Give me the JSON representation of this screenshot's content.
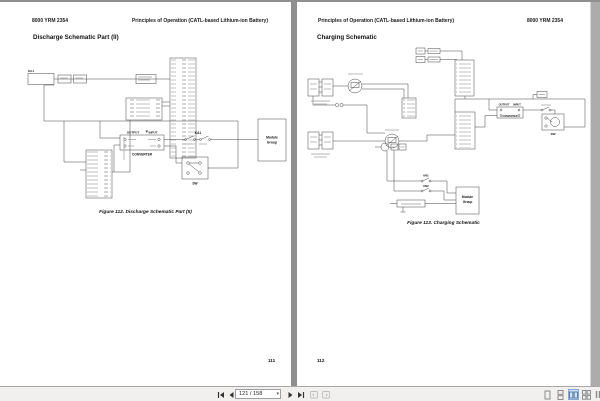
{
  "left_page": {
    "header_left": "8000 YRM 2354",
    "header_right": "Principles of Operation (CATL-based Lithium-ion Battery)",
    "title": "Discharge Schematic Part (II)",
    "caption": "Figure 112. Discharge Schematic Part (II)",
    "page_number": "111",
    "labels": {
      "ka1_connector": "KA1",
      "output": "OUTPUT",
      "input": "INPUT",
      "converter": "CONVERTER",
      "ka1_relay": "KA1",
      "sw": "SW",
      "module_line1": "Module",
      "module_line2": "Group"
    }
  },
  "right_page": {
    "header_left": "Principles of Operation (CATL-based Lithium-ion Battery)",
    "header_right": "8000 YRM 2354",
    "title": "Charging Schematic",
    "caption": "Figure 113. Charging Schematic",
    "page_number": "112",
    "labels": {
      "output": "OUTPUT",
      "input": "INPUT",
      "converter": "CONVERTER",
      "sw": "SW",
      "km1": "KM1",
      "km2": "KM2",
      "module_line1": "Module",
      "module_line2": "Group"
    }
  },
  "toolbar": {
    "page_indicator": "121 / 158",
    "icons": {
      "first_page": "first-page",
      "previous_page": "previous-page",
      "next_page": "next-page",
      "last_page": "last-page",
      "previous_view": "previous-view",
      "next_view": "next-view",
      "single_page": "single-page-view",
      "continuous": "continuous-view",
      "two_page": "two-page-view",
      "two_page_continuous": "two-page-continuous-view"
    }
  },
  "colors": {
    "divider": "#8f8f8f",
    "toolbar_bg": "#f1f0ee",
    "selected_bg": "#cfe3f8",
    "selected_border": "#7fa8d9"
  }
}
